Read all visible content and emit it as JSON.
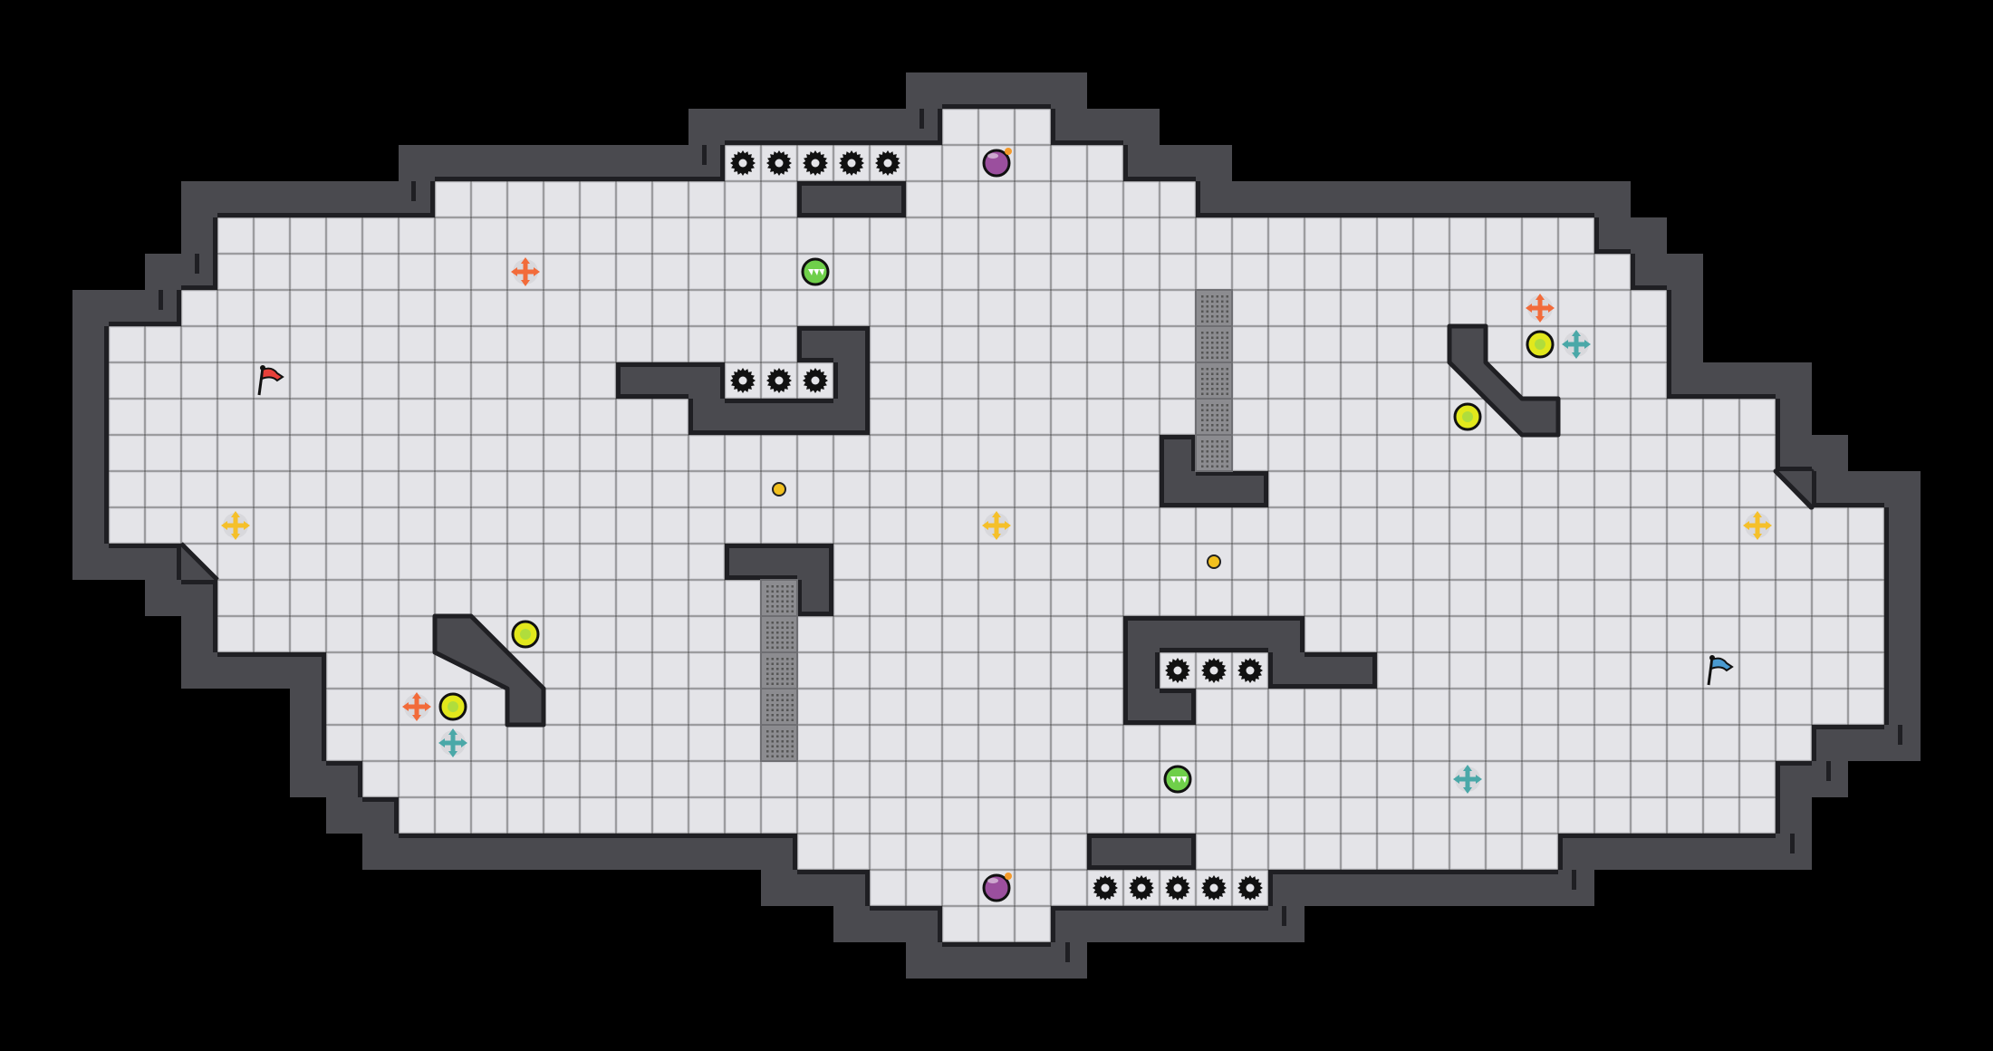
{
  "game": {
    "view": "level-map",
    "colors": {
      "background": "#000000",
      "floor": "#e4e4e8",
      "floor_line": "#cfcfd4",
      "wall": "#4a4a4f",
      "wall_edge": "#1f1f23",
      "metal": "#8c8c90",
      "spike": "#111111",
      "bomb": "#9b4f9e",
      "green_ball": "#6fcf4a",
      "yellow_ball": "#e2e81c",
      "coin": "#f2c01e",
      "cross_orange": "#f26b3a",
      "cross_yellow": "#f5c02a",
      "cross_teal": "#4aa8a8",
      "flag_red": "#e8403a",
      "flag_blue": "#4a9ad0"
    },
    "entity_types": [
      "spike-gear",
      "bomb",
      "green-speed-ball",
      "yellow-ball",
      "gold-coin",
      "move-cross-orange",
      "move-cross-yellow",
      "move-cross-teal",
      "red-flag",
      "blue-flag",
      "metal-block"
    ]
  }
}
